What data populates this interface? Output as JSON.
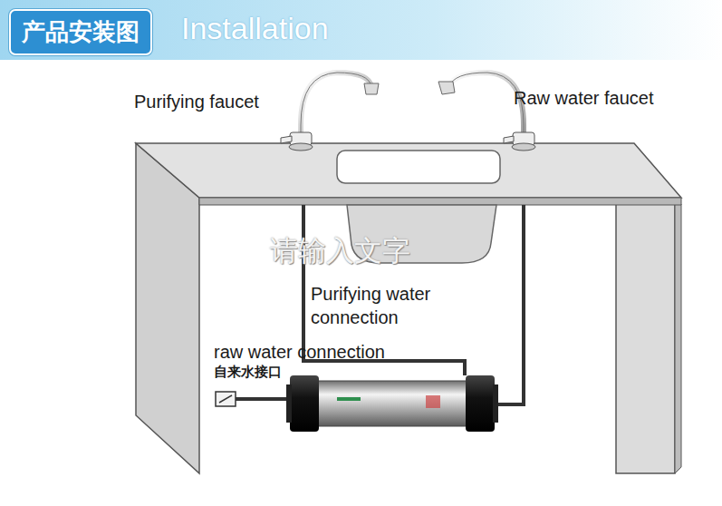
{
  "diagram": {
    "title": "Installation",
    "nodes": [
      {
        "text": [
          "产品安装图"
        ]
      }
    ],
    "labels": [
      "Purifying faucet",
      "Raw water faucet",
      "请输入文字",
      "Purifying water connection",
      "raw water connection",
      "自来水接口"
    ]
  }
}
